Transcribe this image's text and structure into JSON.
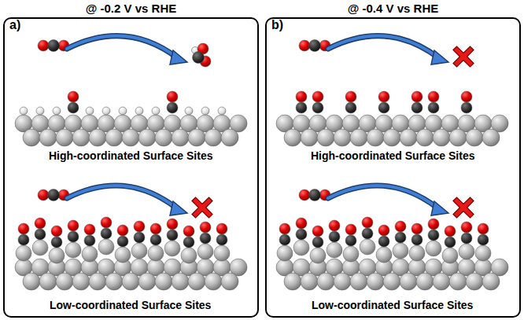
{
  "diagram": {
    "nodes": [
      {
        "text": [
          "@ -0.2 V vs RHE",
          "a)"
        ]
      },
      {
        "text": [
          "@ -0.4 V vs RHE",
          "b)"
        ]
      }
    ],
    "labels": [
      "High-coordinated Surface Sites",
      "Low-coordinated Surface Sites",
      "High-coordinated Surface Sites",
      "Low-coordinated Surface Sites"
    ]
  }
}
